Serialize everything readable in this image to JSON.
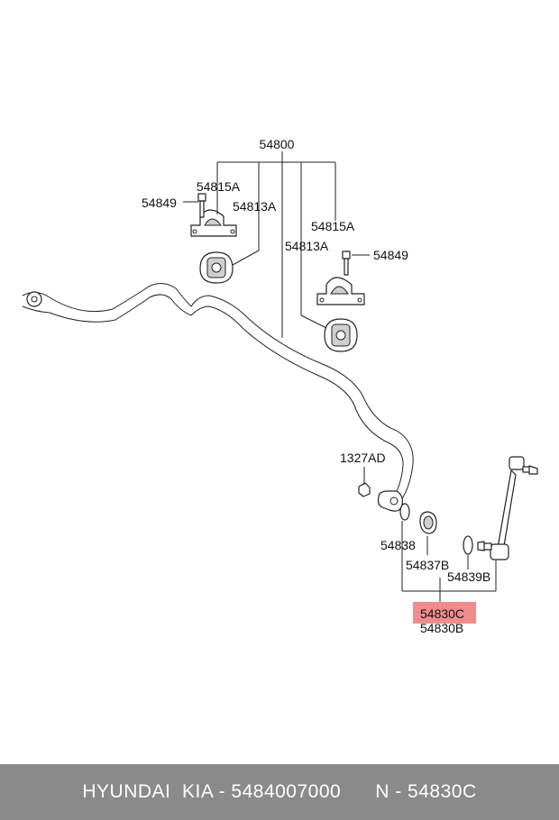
{
  "labels": {
    "assembly": "54800",
    "bracket_left": "54815A",
    "bolt_left": "54849",
    "bushing_left": "54813A",
    "bracket_right": "54815A",
    "bushing_right": "54813A",
    "bolt_right": "54849",
    "nut": "1327AD",
    "washer": "54838",
    "bushing_link": "54837B",
    "ring": "54839B",
    "link_highlight": "54830C",
    "link_alt": "54830B"
  },
  "footer": {
    "brand": "HYUNDAI  KIA - ",
    "part_number": "5484007000",
    "ref": "N - 54830C"
  },
  "colors": {
    "highlight": "#f08c8c",
    "footer_bg": "#8a8a8a",
    "footer_text": "#ffffff"
  }
}
